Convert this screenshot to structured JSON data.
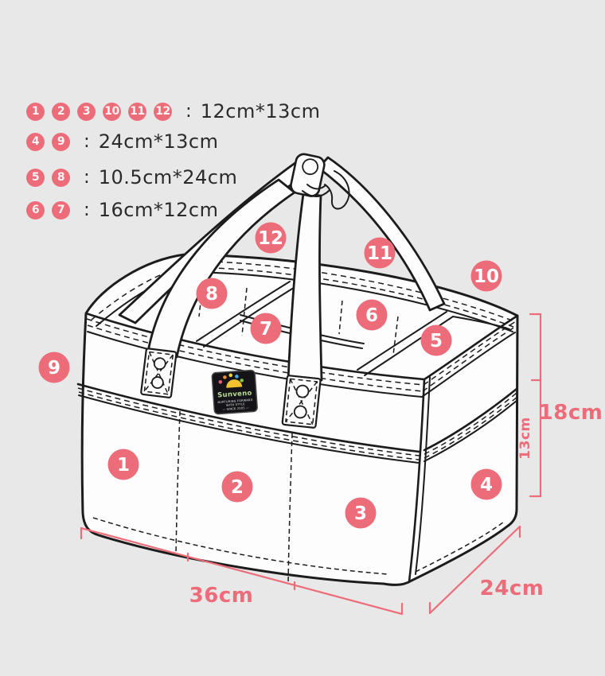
{
  "legend": {
    "separator": ":",
    "rows": [
      {
        "badges": [
          "1",
          "2",
          "3",
          "10",
          "11",
          "12"
        ],
        "size": "12cm*13cm"
      },
      {
        "badges": [
          "4",
          "9"
        ],
        "size": "24cm*13cm"
      },
      {
        "badges": [
          "5",
          "8"
        ],
        "size": "10.5cm*24cm"
      },
      {
        "badges": [
          "6",
          "7"
        ],
        "size": "16cm*12cm"
      }
    ]
  },
  "diagram": {
    "pocket_badges": [
      "1",
      "2",
      "3",
      "4",
      "5",
      "6",
      "7",
      "8",
      "9",
      "10",
      "11",
      "12"
    ],
    "dimensions": {
      "width": "36cm",
      "depth": "24cm",
      "height": "18cm",
      "pocket_height": "13cm"
    },
    "brand_label": {
      "name": "Sunveno",
      "line1": "NURTURING FORWARD",
      "line2": "WITH STYLE",
      "line3": "— SINCE 2005 —"
    }
  },
  "colors": {
    "background": "#e9e8e8",
    "accent_pink": "#ec6c79",
    "line_art": "#1c1c1c",
    "legend_text": "#2b2b2b"
  }
}
